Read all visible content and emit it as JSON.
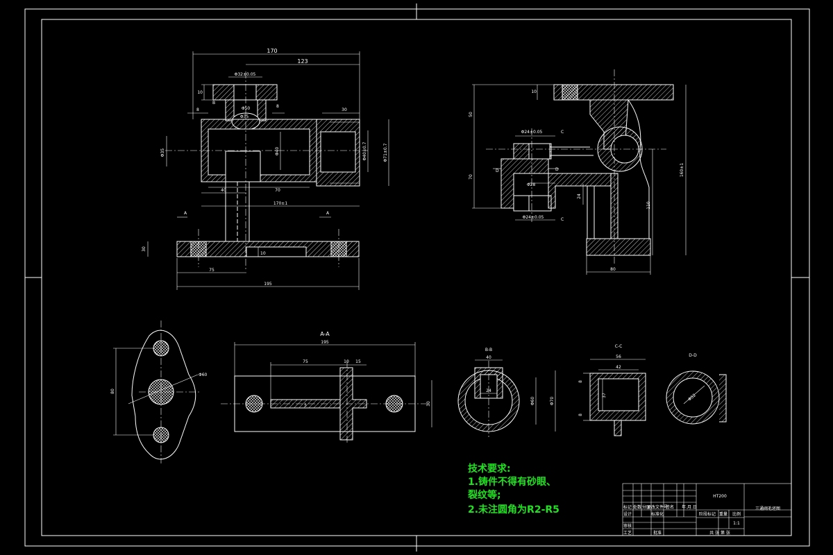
{
  "views": {
    "front": {
      "dims": {
        "overall_length": "170",
        "right_length": "123",
        "top_bore": "Φ32±0.05",
        "flange_height": "10",
        "neck_d": "Φ50",
        "bore_d": "Φ35",
        "left_step": "8",
        "right_step": "8",
        "b_mark": "B",
        "thread_len": "30",
        "left_d": "Φ35",
        "mid_d": "Φ40",
        "outer_d1": "Φ40±0.7",
        "outer_d2": "Φ71±0.7",
        "seg40": "40",
        "seg70": "70",
        "body_len": "170±1",
        "base_h": "30",
        "base_left": "75",
        "base_total": "195",
        "base_mid": "10",
        "section_a_left": "A",
        "section_a_right": "A"
      }
    },
    "side": {
      "dims": {
        "top_h": "10",
        "upper_h": "50",
        "bore_top": "Φ24±0.05",
        "lower_h": "70",
        "d_left": "D",
        "d_right": "D",
        "inner": "Φ28",
        "c_top": "C",
        "c_bottom": "C",
        "mid_24": "24",
        "bore_bottom": "Φ24±0.05",
        "depth": "110",
        "total_h": "160±1",
        "width": "80"
      }
    },
    "flange": {
      "dims": {
        "height": "80",
        "center_d": "Φ60"
      }
    },
    "section_aa": {
      "title": "A-A",
      "dims": {
        "total": "195",
        "left": "75",
        "slot": "10",
        "rib": "15",
        "height": "30",
        "slot_w": "5"
      }
    },
    "section_bb": {
      "title": "B-B",
      "dims": {
        "top_w": "40",
        "inner_w": "24",
        "inner_d": "Φ60",
        "outer_d": "Φ70"
      }
    },
    "section_cc": {
      "title": "C-C",
      "dims": {
        "outer_w": "56",
        "inner_w": "42",
        "inner_h": "37",
        "left_top": "8",
        "left_bottom": "8"
      }
    },
    "section_dd": {
      "title": "D-D",
      "dims": {
        "radius": "Φ52"
      }
    }
  },
  "tech_requirements": {
    "title": "技术要求:",
    "line1": "1.铸件不得有砂眼、",
    "line2": "裂纹等;",
    "line3": "2.未注圆角为R2-R5"
  },
  "title_block": {
    "material": "HT200",
    "drawing_name": "三通阀毛坯图",
    "row_labels": [
      "标记",
      "处数",
      "分区",
      "更改文件号",
      "签名",
      "年.月.日"
    ],
    "design": "设计",
    "standard": "标准化",
    "check": "审核",
    "process": "工艺",
    "approve": "批准",
    "stage": "阶段标记",
    "weight": "重量",
    "scale": "比例",
    "scale_val": "1:1",
    "sheets": "共   张   第   张"
  },
  "colors": {
    "background": "#000000",
    "lines": "#ffffff",
    "tech_text": "#22e022"
  }
}
